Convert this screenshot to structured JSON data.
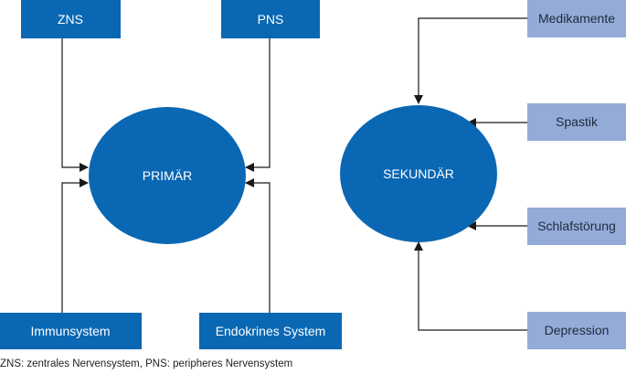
{
  "primary": {
    "label": "PRIMÄR",
    "inputs": {
      "zns": "ZNS",
      "pns": "PNS",
      "immune": "Immunsystem",
      "endocrine": "Endokrines System"
    }
  },
  "secondary": {
    "label": "SEKUNDÄR",
    "inputs": {
      "medication": "Medikamente",
      "spasticity": "Spastik",
      "sleep": "Schlafstörung",
      "depression": "Depression"
    }
  },
  "caption": "ZNS: zentrales Nervensystem, PNS: peripheres Nervensystem",
  "colors": {
    "primary_blue": "#0a67b3",
    "light_blue": "#94abd8",
    "connector": "#1a1a1a"
  }
}
